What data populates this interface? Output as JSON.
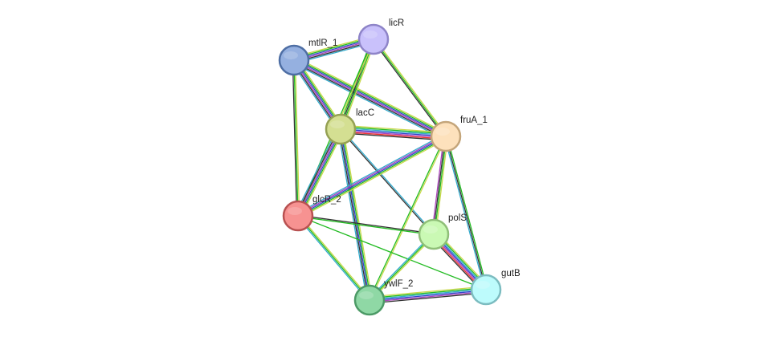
{
  "network": {
    "nodes": [
      {
        "id": "licR",
        "label": "licR",
        "fill": "#c9c1fb",
        "stroke": "#8e84c8"
      },
      {
        "id": "mtlR_1",
        "label": "mtlR_1",
        "fill": "#95b0e0",
        "stroke": "#4e6ea4"
      },
      {
        "id": "lacC",
        "label": "lacC",
        "fill": "#d4df92",
        "stroke": "#95a154"
      },
      {
        "id": "fruA_1",
        "label": "fruA_1",
        "fill": "#fde1bc",
        "stroke": "#c4a57a"
      },
      {
        "id": "glcR_2",
        "label": "glcR_2",
        "fill": "#f79291",
        "stroke": "#b85151"
      },
      {
        "id": "polS",
        "label": "polS",
        "fill": "#caf9b4",
        "stroke": "#8fbf78"
      },
      {
        "id": "gutB",
        "label": "gutB",
        "fill": "#bdfbfc",
        "stroke": "#7cbcc0"
      },
      {
        "id": "ywlF_2",
        "label": "ywlF_2",
        "fill": "#8fd8a5",
        "stroke": "#4c9a66"
      }
    ],
    "edge_colors": {
      "green": "#22bb22",
      "blue": "#3344cc",
      "purple": "#aa44bb",
      "black": "#333333",
      "yellow": "#c8d84a",
      "cyan": "#33aacc",
      "red": "#ee3333",
      "lightblue": "#88aadd"
    },
    "edges": [
      {
        "source": "mtlR_1",
        "target": "licR",
        "colors": [
          "yellow",
          "green",
          "blue",
          "purple",
          "black",
          "cyan"
        ]
      },
      {
        "source": "mtlR_1",
        "target": "lacC",
        "colors": [
          "yellow",
          "green",
          "blue",
          "purple",
          "black",
          "cyan"
        ]
      },
      {
        "source": "mtlR_1",
        "target": "fruA_1",
        "colors": [
          "yellow",
          "green",
          "blue",
          "purple",
          "black",
          "cyan"
        ]
      },
      {
        "source": "mtlR_1",
        "target": "glcR_2",
        "colors": [
          "yellow",
          "green",
          "black"
        ]
      },
      {
        "source": "licR",
        "target": "lacC",
        "colors": [
          "yellow",
          "green",
          "black",
          "green"
        ]
      },
      {
        "source": "licR",
        "target": "fruA_1",
        "colors": [
          "yellow",
          "green",
          "black"
        ]
      },
      {
        "source": "licR",
        "target": "glcR_2",
        "colors": [
          "yellow",
          "green"
        ]
      },
      {
        "source": "lacC",
        "target": "fruA_1",
        "colors": [
          "yellow",
          "green",
          "cyan",
          "blue",
          "purple",
          "red",
          "black"
        ]
      },
      {
        "source": "lacC",
        "target": "glcR_2",
        "colors": [
          "yellow",
          "green",
          "blue",
          "purple",
          "black",
          "cyan"
        ]
      },
      {
        "source": "lacC",
        "target": "ywlF_2",
        "colors": [
          "yellow",
          "green",
          "blue",
          "black",
          "cyan"
        ]
      },
      {
        "source": "lacC",
        "target": "polS",
        "colors": [
          "cyan",
          "black"
        ]
      },
      {
        "source": "fruA_1",
        "target": "glcR_2",
        "colors": [
          "yellow",
          "green",
          "blue",
          "purple",
          "cyan"
        ]
      },
      {
        "source": "fruA_1",
        "target": "polS",
        "colors": [
          "yellow",
          "green",
          "black",
          "purple"
        ]
      },
      {
        "source": "fruA_1",
        "target": "gutB",
        "colors": [
          "green",
          "black",
          "cyan"
        ]
      },
      {
        "source": "fruA_1",
        "target": "ywlF_2",
        "colors": [
          "yellow",
          "green"
        ]
      },
      {
        "source": "glcR_2",
        "target": "polS",
        "colors": [
          "black",
          "green"
        ]
      },
      {
        "source": "glcR_2",
        "target": "ywlF_2",
        "colors": [
          "yellow",
          "green",
          "cyan"
        ]
      },
      {
        "source": "glcR_2",
        "target": "gutB",
        "colors": [
          "green"
        ]
      },
      {
        "source": "polS",
        "target": "gutB",
        "colors": [
          "yellow",
          "green",
          "cyan",
          "blue",
          "purple",
          "red",
          "black"
        ]
      },
      {
        "source": "polS",
        "target": "ywlF_2",
        "colors": [
          "yellow",
          "green",
          "cyan"
        ]
      },
      {
        "source": "ywlF_2",
        "target": "gutB",
        "colors": [
          "yellow",
          "green",
          "cyan",
          "blue",
          "purple",
          "black"
        ]
      }
    ]
  }
}
